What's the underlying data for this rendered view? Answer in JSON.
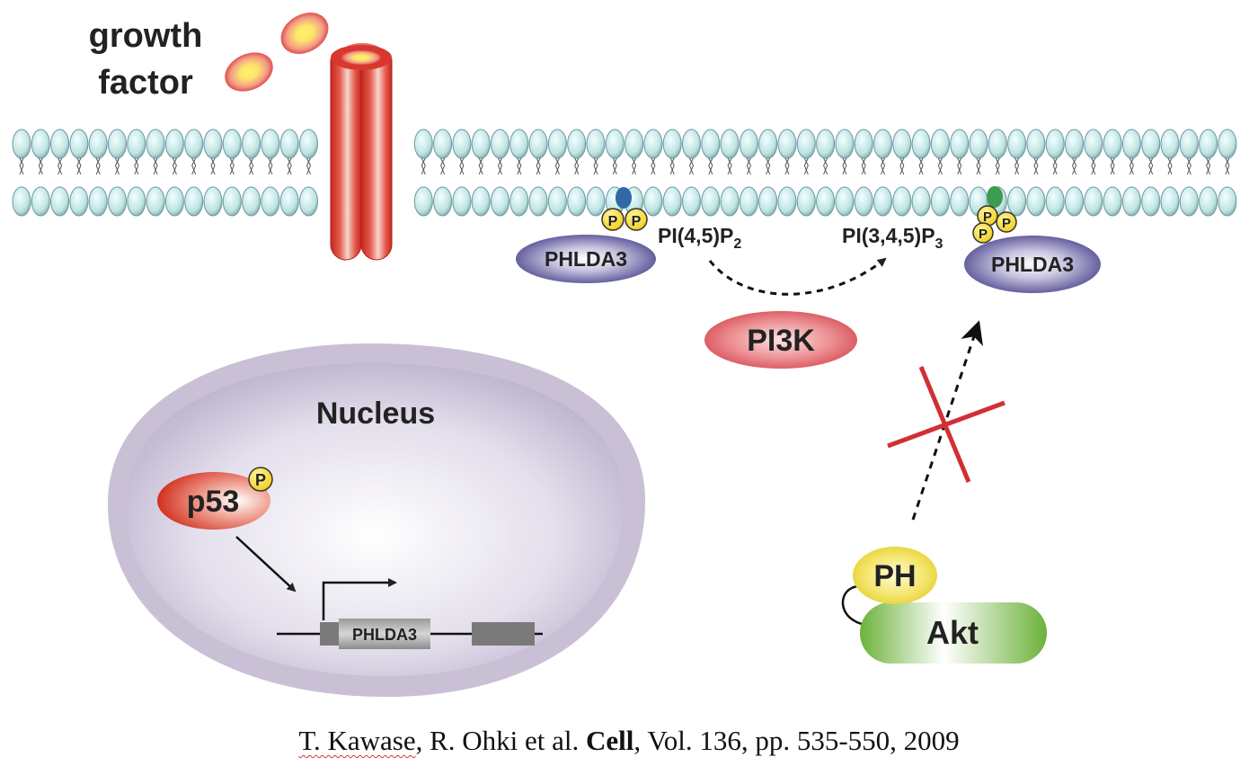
{
  "labels": {
    "growth_factor_line1": "growth",
    "growth_factor_line2": "factor",
    "phlda3_left": "PHLDA3",
    "phlda3_right": "PHLDA3",
    "pip2": "PI(4,5)P",
    "pip2_sub": "2",
    "pip3": "PI(3,4,5)P",
    "pip3_sub": "3",
    "pi3k": "PI3K",
    "nucleus": "Nucleus",
    "p53": "p53",
    "gene": "PHLDA3",
    "ph": "PH",
    "akt": "Akt",
    "phospho": "P"
  },
  "citation": {
    "authors_1": "T. Kawase",
    "authors_2": ", R. Ohki et al. ",
    "journal": "Cell",
    "details": ", Vol. 136, pp. 535-550, 2009"
  },
  "colors": {
    "receptor": "#d9372f",
    "membrane_head": "#bfe3e3",
    "phlda3": "#4e4a8e",
    "pi3k": "#d9555a",
    "phospho": "#f2d21f",
    "nucleus": "#c9c0d6",
    "p53": "#d63a2c",
    "akt": "#7cbf4a",
    "ph": "#eadb3c",
    "inhibit_cross": "#d22f35"
  }
}
